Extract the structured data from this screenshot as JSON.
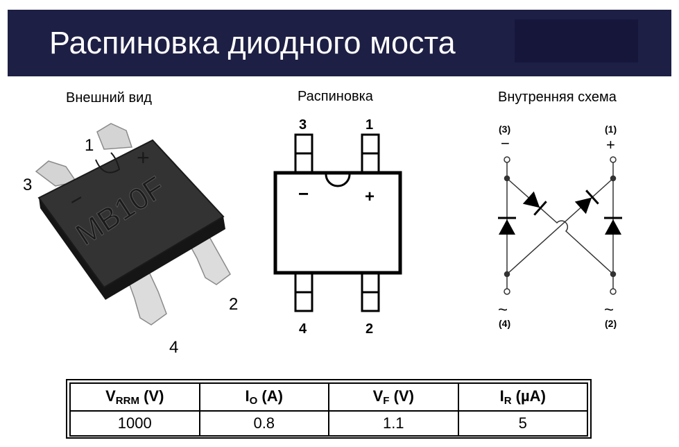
{
  "header": {
    "title": "Распиновка диодного моста"
  },
  "sections": {
    "appearance": "Внешний вид",
    "pinout": "Распиновка",
    "schematic": "Внутренняя схема"
  },
  "photo": {
    "marking": "MB10F",
    "pins": {
      "p1": "1",
      "p2": "2",
      "p3": "3",
      "p4": "4"
    },
    "plus": "+",
    "minus": "−"
  },
  "pinout": {
    "pins": {
      "p1": "1",
      "p2": "2",
      "p3": "3",
      "p4": "4"
    },
    "plus": "+",
    "minus": "−"
  },
  "schematic": {
    "pins": {
      "p1": "(1)",
      "p2": "(2)",
      "p3": "(3)",
      "p4": "(4)"
    },
    "plus": "+",
    "minus": "−",
    "ac": "~"
  },
  "table": {
    "headers": [
      {
        "main": "V",
        "sub": "RRM",
        "unit": " (V)"
      },
      {
        "main": "I",
        "sub": "O",
        "unit": " (A)"
      },
      {
        "main": "V",
        "sub": "F",
        "unit": " (V)"
      },
      {
        "main": "I",
        "sub": "R",
        "unit": " (µA)"
      }
    ],
    "values": [
      "1000",
      "0.8",
      "1.1",
      "5"
    ]
  },
  "colors": {
    "banner": "#1e1f45",
    "chip": "#2b2b2b",
    "pad": "#d9d9d9"
  }
}
